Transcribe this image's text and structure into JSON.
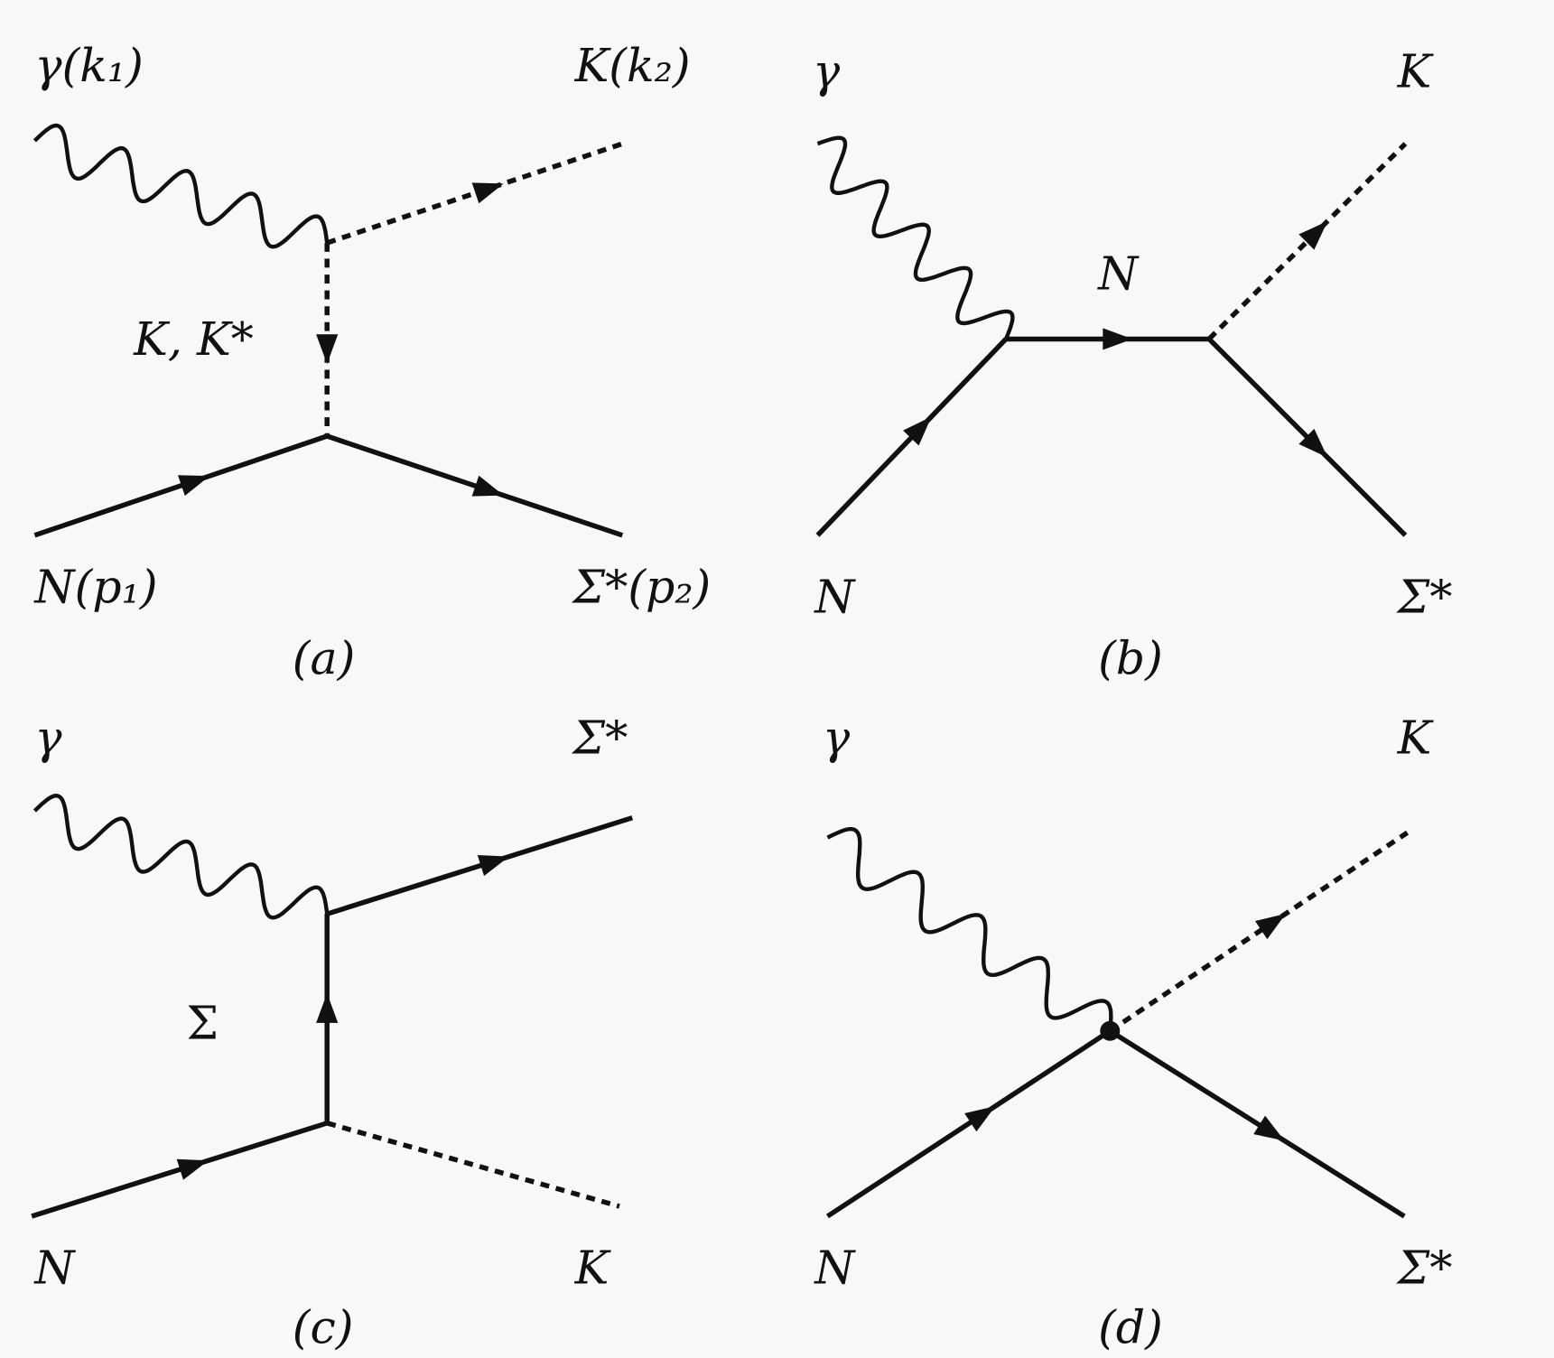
{
  "panels": {
    "a": {
      "caption": "(a)",
      "photon": "γ(k₁)",
      "kaon": "K(k₂)",
      "exchange": "K, K*",
      "nucleon": "N(p₁)",
      "sigma_star": "Σ*(p₂)"
    },
    "b": {
      "caption": "(b)",
      "photon": "γ",
      "kaon": "K",
      "exchange": "N",
      "nucleon": "N",
      "sigma_star": "Σ*"
    },
    "c": {
      "caption": "(c)",
      "photon": "γ",
      "sigma_star": "Σ*",
      "exchange": "Σ",
      "nucleon": "N",
      "kaon": "K"
    },
    "d": {
      "caption": "(d)",
      "photon": "γ",
      "kaon": "K",
      "nucleon": "N",
      "sigma_star": "Σ*"
    }
  }
}
